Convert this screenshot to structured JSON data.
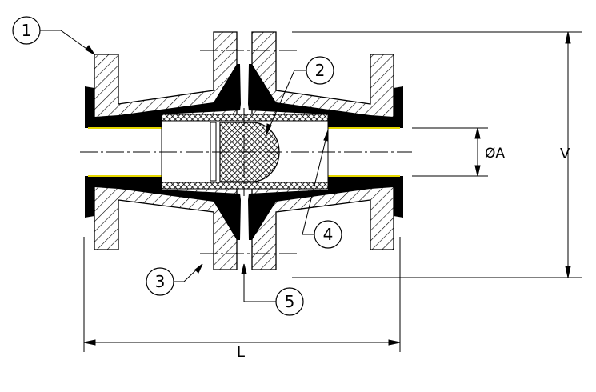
{
  "callouts": [
    {
      "number": "1"
    },
    {
      "number": "2"
    },
    {
      "number": "3"
    },
    {
      "number": "4"
    },
    {
      "number": "5"
    }
  ],
  "dimensions": {
    "bore_diameter": "ØA",
    "height": "V",
    "length": "L"
  },
  "colors": {
    "line": "#000000",
    "liner_edge": "#e6d800"
  }
}
